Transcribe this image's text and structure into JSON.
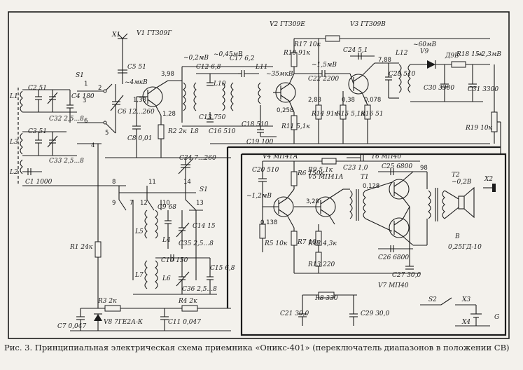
{
  "labels": {
    "x1": "X1",
    "v1": "V1 ГТ309Г",
    "v2": "V2 ГТ309Е",
    "v3": "V3 ГТ309В",
    "v4": "V4 МП41А",
    "v5": "V5 МП41А",
    "t1": "T1",
    "t2": "T2",
    "t6": "T6 МП40",
    "v7": "V7 МП40",
    "x2": "X2",
    "x3": "X3",
    "x4": "X4",
    "g": "G",
    "s1a": "S1",
    "s1b": "S1",
    "s2": "S2",
    "v8": "V8 7ГЕ2А-К",
    "v9": "V9",
    "d96": "Д9Б",
    "l1": "L1",
    "l2": "L2",
    "l3": "L3",
    "l4": "L4",
    "l5": "L5",
    "l6": "L6",
    "l7": "L7",
    "l8": "L8",
    "l10": "L10",
    "l11": "L11",
    "l12": "L12",
    "speaker": "0,25ГД-10",
    "b": "В",
    "c2": "C2 51",
    "c32": "C32 2,5...8",
    "c4": "C4 180",
    "c5": "C5 51",
    "c3": "C3 51",
    "c33": "C33 2,5...8",
    "c1": "C1 1000",
    "c6": "C6 12...260",
    "c8": "C8 0,01",
    "c12": "C12 6,8",
    "c13": "C13 750",
    "c16": "C16 510",
    "c17": "C17 6,2",
    "c18": "C18 510",
    "c19": "C19 100",
    "c22": "C22 2200",
    "c24": "C24 5,1",
    "c28": "C28 510",
    "c30": "C30 3300",
    "c31": "C31 3300",
    "c34": "C34 7...260",
    "c9": "C9 68",
    "c14": "C14 15",
    "c35": "C35 2,5...8",
    "c10": "C10 150",
    "c36": "C36 2,5...8",
    "c15": "C15 6,8",
    "c7": "C7 0,047",
    "c11": "C11 0,047",
    "c20": "C20 510",
    "c23": "C23 1,0",
    "c25": "C25 6800",
    "c26": "C26 6800",
    "c27": "C27 30,0",
    "c21": "C21 30,0",
    "c29": "C29 30,0",
    "r1": "R1 24к",
    "r2": "R2 2к",
    "r3": "R3 2к",
    "r4": "R4 2к",
    "r5": "R5 10к",
    "r6": "R6 150к",
    "r7": "R7 10к",
    "r8": "R8 330",
    "r9": "R9 5,1к",
    "r10": "R10 91к",
    "r11": "R11 5,1к",
    "r12": "R12 4,3к",
    "r13": "R13 220",
    "r14": "R14 91к",
    "r15": "R15 5,1к",
    "r16": "R16 51",
    "r17": "R17 10к",
    "r18": "R18 15к",
    "r19": "R19 10к",
    "mv_v1": "~4мкВ",
    "mv_02": "~0,2мВ",
    "mv_045": "~0,45мВ",
    "mv_35": "~35мкВ",
    "mv_15": "~1,5мВ",
    "mv_60": "~60мВ",
    "mv_23": "~2,3мВ",
    "mv_12": "~1,2мВ",
    "mv_02b": "~0,2В",
    "v_398": "3,98",
    "v_138": "1,38",
    "v_128": "1,28",
    "v_288": "2,88",
    "v_0258": "0,258",
    "v_788": "7,88",
    "v_038": "0,38",
    "v_0078": "0,078",
    "v_0128": "0,128",
    "v_328": "3,28",
    "v_0138": "0,138",
    "v_98": "98",
    "sw_8": "8",
    "sw_9": "9",
    "sw_11": "11",
    "sw_14": "14",
    "sw_13": "13",
    "sw_7": "7",
    "sw_12": "12",
    "sw_10": "10",
    "sw_1": "1",
    "sw_2": "2",
    "sw_3": "3",
    "sw_4": "4",
    "sw_5": "5",
    "sw_6": "6"
  },
  "caption": {
    "prefix": "Рис. 3.",
    "text": "Принципиальная электрическая схема приемника «Оникс-401» (переключатель диапазонов в положении СВ)"
  }
}
